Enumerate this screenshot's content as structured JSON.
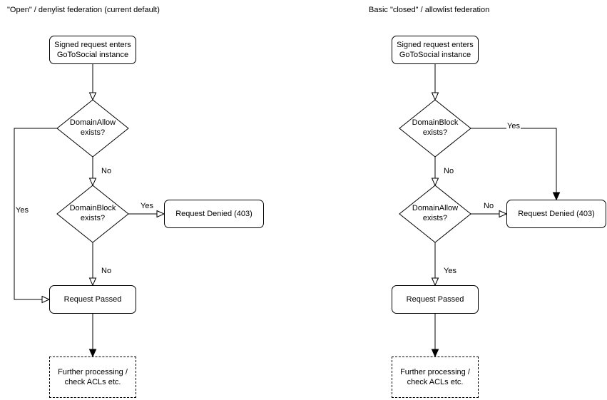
{
  "colors": {
    "stroke": "#000000",
    "shape_fill": "#ffffff",
    "background": "#ffffff"
  },
  "charts": {
    "left": {
      "title": "\"Open\" / denylist federation (current default)",
      "start": {
        "line1": "Signed request enters",
        "line2": "GoToSocial instance"
      },
      "decision1": {
        "line1": "DomainAllow",
        "line2": "exists?"
      },
      "decision2": {
        "line1": "DomainBlock",
        "line2": "exists?"
      },
      "denied": "Request Denied (403)",
      "passed": "Request Passed",
      "further": {
        "line1": "Further processing /",
        "line2": "check ACLs etc."
      },
      "labels": {
        "decision1_no": "No",
        "decision1_yes": "Yes",
        "decision2_yes": "Yes",
        "decision2_no": "No"
      }
    },
    "right": {
      "title": "Basic \"closed\" / allowlist federation",
      "start": {
        "line1": "Signed request enters",
        "line2": "GoToSocial instance"
      },
      "decision1": {
        "line1": "DomainBlock",
        "line2": "exists?"
      },
      "decision2": {
        "line1": "DomainAllow",
        "line2": "exists?"
      },
      "denied": "Request Denied (403)",
      "passed": "Request Passed",
      "further": {
        "line1": "Further processing /",
        "line2": "check ACLs etc."
      },
      "labels": {
        "decision1_yes": "Yes",
        "decision1_no": "No",
        "decision2_no": "No",
        "decision2_yes": "Yes"
      }
    }
  }
}
